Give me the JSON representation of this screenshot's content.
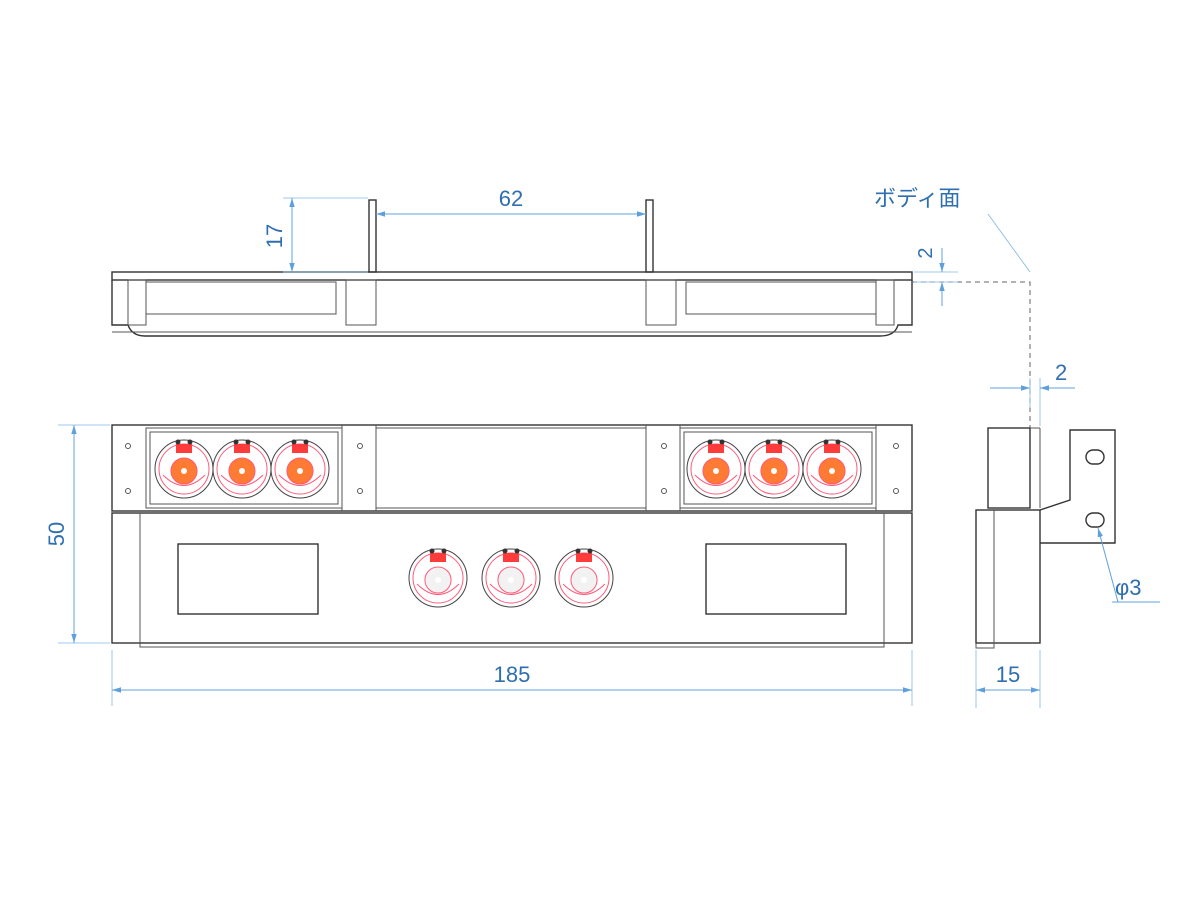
{
  "dimensions": {
    "top_height": "17",
    "top_span": "62",
    "body_offset_v": "2",
    "body_offset_h": "2",
    "front_height": "50",
    "front_width": "185",
    "side_width": "15",
    "hole_diameter": "φ3"
  },
  "labels": {
    "body_surface": "ボディ面"
  },
  "colors": {
    "dimension": "#2f6fb0",
    "lamp_orange": "#ff7a33",
    "lamp_red": "#ff3b3b",
    "lamp_ring": "#ff5a7a"
  }
}
